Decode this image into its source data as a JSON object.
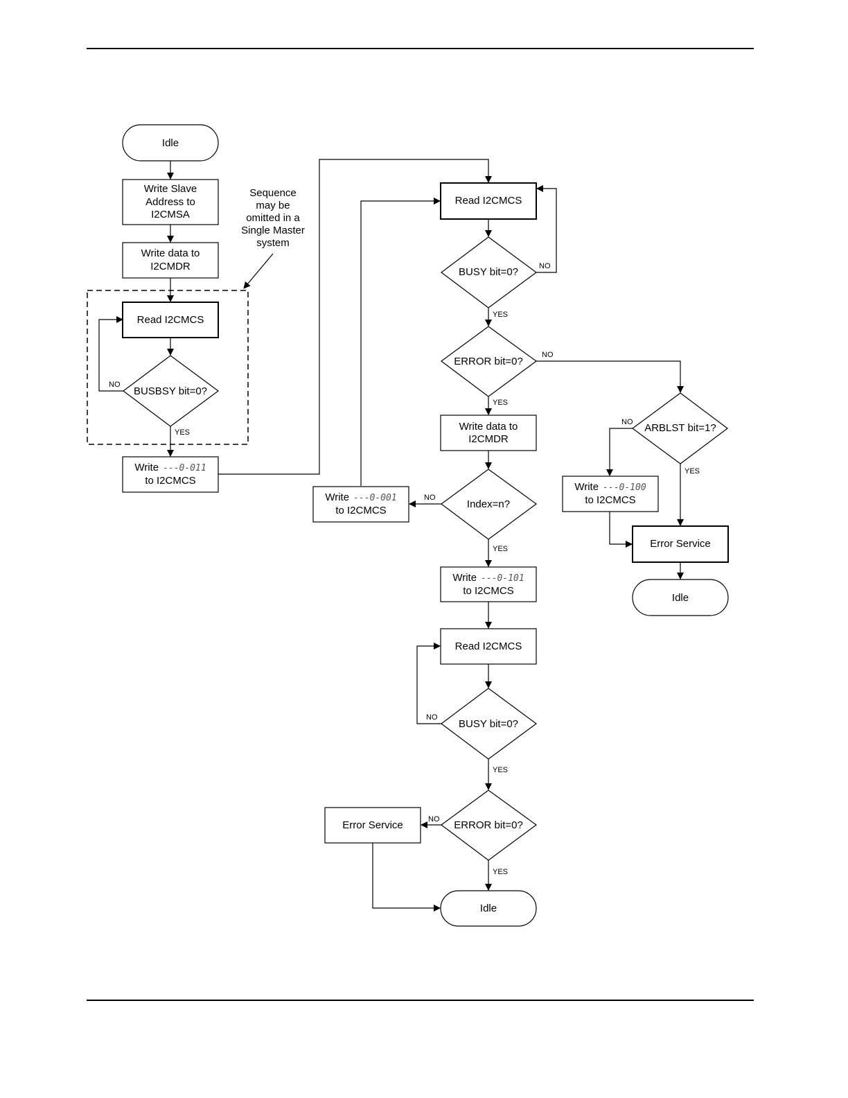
{
  "nodes": {
    "idle_start": {
      "text": "Idle"
    },
    "write_slave": {
      "lines": [
        "Write Slave",
        "Address to",
        "I2CMSA"
      ]
    },
    "write_data_1": {
      "lines": [
        "Write data to",
        "I2CMDR"
      ]
    },
    "read_cmcs_1": {
      "text": "Read I2CMCS"
    },
    "busbsy": {
      "text": "BUSBSY bit=0?"
    },
    "write_011": {
      "prefix": "Write",
      "code": "---0-011",
      "suffix": "to I2CMCS"
    },
    "read_cmcs_2": {
      "text": "Read I2CMCS"
    },
    "busy_1": {
      "text": "BUSY bit=0?"
    },
    "error_1": {
      "text": "ERROR bit=0?"
    },
    "write_data_2": {
      "lines": [
        "Write data to",
        "I2CMDR"
      ]
    },
    "index": {
      "text": "Index=n?"
    },
    "write_001": {
      "prefix": "Write",
      "code": "---0-001",
      "suffix": "to I2CMCS"
    },
    "write_101": {
      "prefix": "Write",
      "code": "---0-101",
      "suffix": "to I2CMCS"
    },
    "read_cmcs_3": {
      "text": "Read I2CMCS"
    },
    "busy_2": {
      "text": "BUSY bit=0?"
    },
    "error_2": {
      "text": "ERROR bit=0?"
    },
    "error_service_1": {
      "text": "Error Service"
    },
    "idle_end_1": {
      "text": "Idle"
    },
    "arblst": {
      "text": "ARBLST bit=1?"
    },
    "write_100": {
      "prefix": "Write",
      "code": "---0-100",
      "suffix": "to I2CMCS"
    },
    "error_service_2": {
      "text": "Error Service"
    },
    "idle_end_2": {
      "text": "Idle"
    }
  },
  "annotation": {
    "lines": [
      "Sequence",
      "may be",
      "omitted in a",
      "Single Master",
      "system"
    ]
  },
  "edge_labels": {
    "busbsy_no": "NO",
    "busbsy_yes": "YES",
    "busy1_no": "NO",
    "busy1_yes": "YES",
    "error1_no": "NO",
    "error1_yes": "YES",
    "index_no": "NO",
    "index_yes": "YES",
    "busy2_no": "NO",
    "busy2_yes": "YES",
    "error2_no": "NO",
    "error2_yes": "YES",
    "arblst_no": "NO",
    "arblst_yes": "YES"
  }
}
